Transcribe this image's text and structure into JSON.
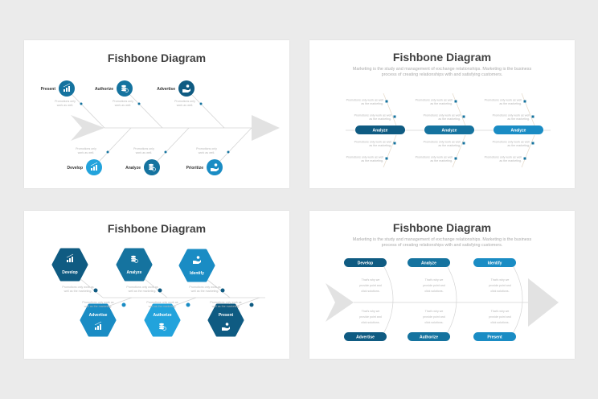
{
  "colors": {
    "dark": "#0f5b82",
    "mid": "#15739f",
    "light": "#1a8cc4",
    "bright": "#22a3dc",
    "line": "#d4d4d4",
    "arrow": "#e2e2e2"
  },
  "slides": [
    {
      "title": "Fishbone Diagram",
      "top": [
        {
          "label": "Present",
          "icon": "chart-icon"
        },
        {
          "label": "Authorize",
          "icon": "database-icon"
        },
        {
          "label": "Advertise",
          "icon": "hand-coin-icon"
        }
      ],
      "bottom": [
        {
          "label": "Develop",
          "icon": "chart-icon"
        },
        {
          "label": "Analyze",
          "icon": "database-icon"
        },
        {
          "label": "Prioritize",
          "icon": "hand-coin-icon"
        }
      ],
      "note": [
        "Promotions only",
        "work as well."
      ]
    },
    {
      "title": "Fishbone Diagram",
      "subtitle": [
        "Marketing is the study and management of exchange relationships. Marketing is the business",
        "process of creating relationships with and satisfying customers."
      ],
      "pills": [
        "Analyze",
        "Analyze",
        "Analyze"
      ],
      "note": [
        "Promotions only work as well",
        "as the marketing."
      ]
    },
    {
      "title": "Fishbone Diagram",
      "top": [
        {
          "label": "Develop",
          "icon": "chart-icon"
        },
        {
          "label": "Analyze",
          "icon": "database-icon"
        },
        {
          "label": "Identify",
          "icon": "hand-coin-icon"
        }
      ],
      "bottom": [
        {
          "label": "Advertise",
          "icon": "chart-icon"
        },
        {
          "label": "Authorize",
          "icon": "database-icon"
        },
        {
          "label": "Present",
          "icon": "hand-coin-icon"
        }
      ],
      "note": [
        "Promotions only work as",
        "well as the marketing."
      ]
    },
    {
      "title": "Fishbone Diagram",
      "subtitle": [
        "Marketing is the study and management of exchange relationships. Marketing is the business",
        "process of creating relationships with and satisfying customers."
      ],
      "top": [
        "Develop",
        "Analyze",
        "Identify"
      ],
      "bottom": [
        "Advertise",
        "Authorize",
        "Present"
      ],
      "note": [
        "That's why we",
        "provide point and",
        "click solutions."
      ]
    }
  ]
}
